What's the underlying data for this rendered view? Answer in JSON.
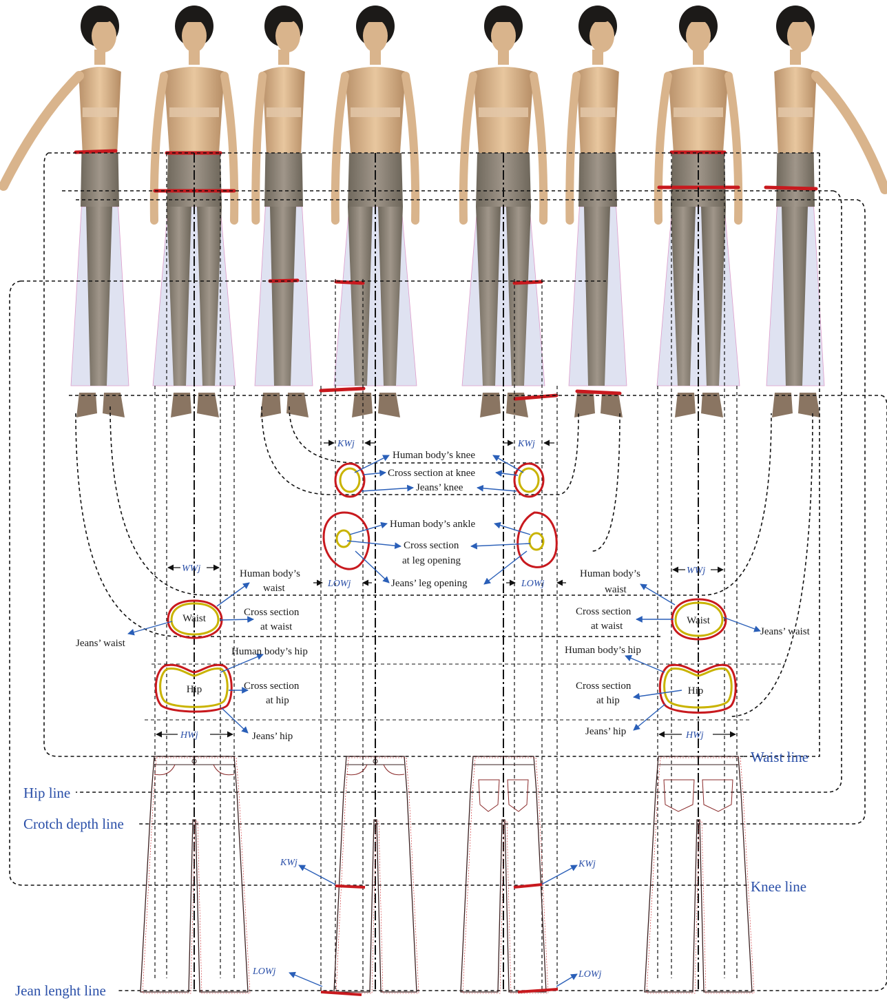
{
  "colors": {
    "red": "#c8191e",
    "yellow": "#c9b300",
    "blue": "#2a5fb8",
    "skin": "#d9b48c",
    "jeans": "#8a8070",
    "hem": "#c5cbe6"
  },
  "labels": {
    "kw": "KWj",
    "ww": "WWj",
    "hw": "HWj",
    "low": "LOWj",
    "human_knee": "Human body’s knee",
    "cross_knee": "Cross section at knee",
    "jeans_knee": "Jeans’ knee",
    "human_ankle": "Human body’s ankle",
    "cross_leg_1": "Cross section",
    "cross_leg_2": "at leg opening",
    "jeans_leg": "Jeans’ leg opening",
    "human_waist_1": "Human body’s",
    "human_waist_2": "waist",
    "cross_section": "Cross section",
    "at_waist": "at waist",
    "at_hip": "at hip",
    "jeans_waist": "Jeans’ waist",
    "human_hip": "Human body’s hip",
    "jeans_hip": "Jeans’ hip",
    "waist_text": "Waist",
    "hip_text": "Hip"
  },
  "lines": {
    "waist": "Waist line",
    "hip": "Hip line",
    "crotch": "Crotch depth line",
    "knee": "Knee line",
    "jean_length": "Jean lenght line"
  }
}
